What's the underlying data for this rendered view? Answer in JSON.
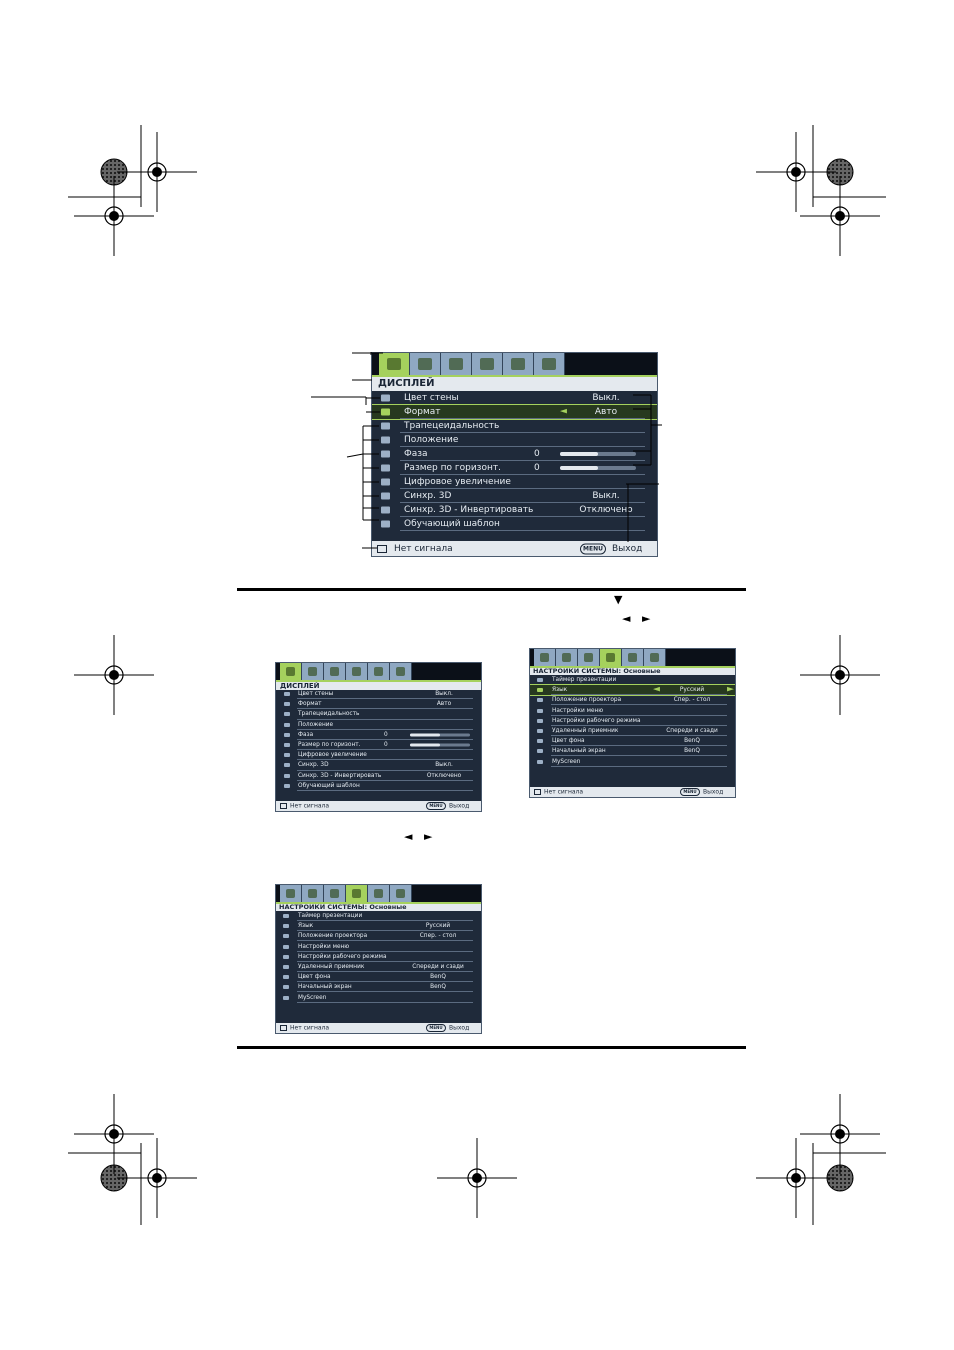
{
  "main_menu": {
    "title": "ДИСПЛЕЙ",
    "tab_icons": [
      "display-tab-icon",
      "picture-tab-icon",
      "source-tab-icon",
      "system-basic-tab-icon",
      "system-advanced-tab-icon",
      "information-tab-icon"
    ],
    "items": [
      {
        "icon": "wall-color-icon",
        "label": "Цвет стены",
        "value": "Выкл."
      },
      {
        "icon": "aspect-ratio-icon",
        "label": "Формат",
        "value": "Авто",
        "selected": true
      },
      {
        "icon": "keystone-icon",
        "label": "Трапецеидальность",
        "value": ""
      },
      {
        "icon": "position-icon",
        "label": "Положение",
        "value": ""
      },
      {
        "icon": "phase-icon",
        "label": "Фаза",
        "value": "0",
        "slider": 0.5
      },
      {
        "icon": "h-size-icon",
        "label": "Размер по горизонт.",
        "value": "0",
        "slider": 0.5
      },
      {
        "icon": "digital-zoom-icon",
        "label": "Цифровое увеличение",
        "value": ""
      },
      {
        "icon": "3d-sync-icon",
        "label": "Синхр. 3D",
        "value": "Выкл."
      },
      {
        "icon": "3d-sync-invert-icon",
        "label": "Синхр. 3D - Инвертировать",
        "value": "Отключено"
      },
      {
        "icon": "teaching-template-icon",
        "label": "Обучающий шаблон",
        "value": ""
      }
    ],
    "status": "Нет сигнала",
    "menu_key": "MENU",
    "exit": "Выход"
  },
  "display_menu_small": {
    "title": "ДИСПЛЕЙ",
    "items": [
      {
        "icon": "wall-color-icon",
        "label": "Цвет стены",
        "value": "Выкл."
      },
      {
        "icon": "aspect-ratio-icon",
        "label": "Формат",
        "value": "Авто"
      },
      {
        "icon": "keystone-icon",
        "label": "Трапецеидальность",
        "value": ""
      },
      {
        "icon": "position-icon",
        "label": "Положение",
        "value": ""
      },
      {
        "icon": "phase-icon",
        "label": "Фаза",
        "value": "0",
        "slider": 0.5
      },
      {
        "icon": "h-size-icon",
        "label": "Размер по горизонт.",
        "value": "0",
        "slider": 0.5
      },
      {
        "icon": "digital-zoom-icon",
        "label": "Цифровое увеличение",
        "value": ""
      },
      {
        "icon": "3d-sync-icon",
        "label": "Синхр. 3D",
        "value": "Выкл."
      },
      {
        "icon": "3d-sync-invert-icon",
        "label": "Синхр. 3D - Инвертировать",
        "value": "Отключено"
      },
      {
        "icon": "teaching-template-icon",
        "label": "Обучающий шаблон",
        "value": ""
      }
    ],
    "status": "Нет сигнала",
    "menu_key": "MENU",
    "exit": "Выход"
  },
  "system_menu_selected": {
    "title": "НАСТРОЙКИ СИСТЕМЫ: Основные",
    "items": [
      {
        "icon": "presentation-timer-icon",
        "label": "Таймер презентации",
        "value": ""
      },
      {
        "icon": "language-icon",
        "label": "Язык",
        "value": "Русский",
        "selected": true
      },
      {
        "icon": "projector-position-icon",
        "label": "Положение проектора",
        "value": "Спер. - стол"
      },
      {
        "icon": "menu-settings-icon",
        "label": "Настройки меню",
        "value": ""
      },
      {
        "icon": "operation-settings-icon",
        "label": "Настройки рабочего режима",
        "value": ""
      },
      {
        "icon": "remote-receiver-icon",
        "label": "Удаленный приемник",
        "value": "Спереди и сзади"
      },
      {
        "icon": "background-color-icon",
        "label": "Цвет фона",
        "value": "BenQ"
      },
      {
        "icon": "splash-screen-icon",
        "label": "Начальный экран",
        "value": "BenQ"
      },
      {
        "icon": "myscreen-icon",
        "label": "MyScreen",
        "value": ""
      }
    ],
    "status": "Нет сигнала",
    "menu_key": "MENU",
    "exit": "Выход"
  },
  "system_menu_plain": {
    "title": "НАСТРОЙКИ СИСТЕМЫ: Основные",
    "items": [
      {
        "icon": "presentation-timer-icon",
        "label": "Таймер презентации",
        "value": ""
      },
      {
        "icon": "language-icon",
        "label": "Язык",
        "value": "Русский"
      },
      {
        "icon": "projector-position-icon",
        "label": "Положение проектора",
        "value": "Спер. - стол"
      },
      {
        "icon": "menu-settings-icon",
        "label": "Настройки меню",
        "value": ""
      },
      {
        "icon": "operation-settings-icon",
        "label": "Настройки рабочего режима",
        "value": ""
      },
      {
        "icon": "remote-receiver-icon",
        "label": "Удаленный приемник",
        "value": "Спереди и сзади"
      },
      {
        "icon": "background-color-icon",
        "label": "Цвет фона",
        "value": "BenQ"
      },
      {
        "icon": "splash-screen-icon",
        "label": "Начальный экран",
        "value": "BenQ"
      },
      {
        "icon": "myscreen-icon",
        "label": "MyScreen",
        "value": ""
      }
    ],
    "status": "Нет сигнала",
    "menu_key": "MENU",
    "exit": "Выход"
  },
  "nav_symbols": {
    "down": "▼",
    "left_right": "◄ ►"
  },
  "colors": {
    "accent": "#a5d15d",
    "panel": "#1f2a3a",
    "bar": "#e4e9ee"
  }
}
